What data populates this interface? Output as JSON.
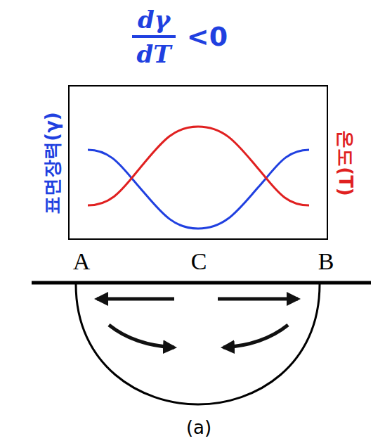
{
  "diagram": {
    "caption": "(a)",
    "labels": [
      "dγ",
      "dT",
      "<0",
      "표면장력(γ)",
      "온도(T)",
      "A",
      "C",
      "B"
    ]
  }
}
